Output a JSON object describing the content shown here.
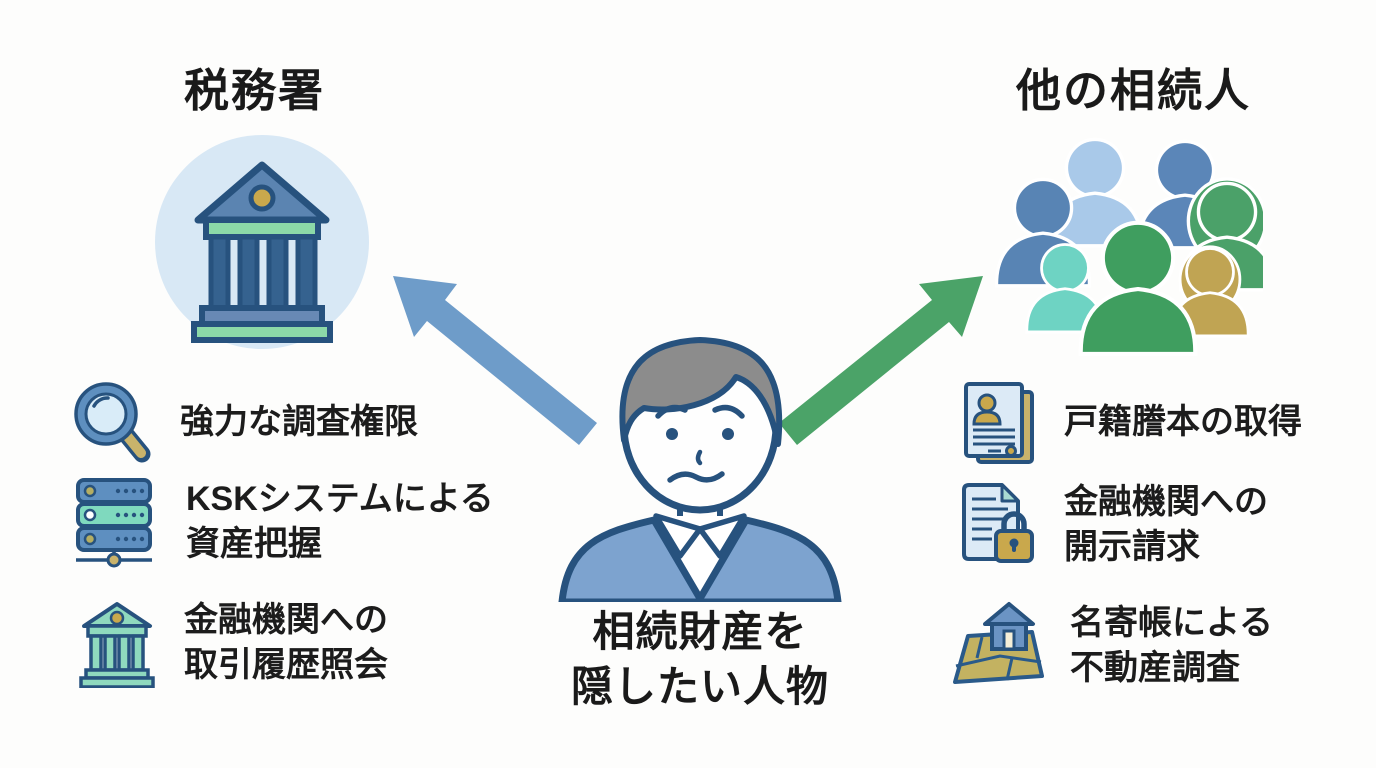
{
  "diagram": {
    "center": {
      "caption": "相続財産を\n隠したい人物",
      "figure": "worried-man-in-blue-suit"
    },
    "left": {
      "title": "税務署",
      "symbol": "government-building-in-circle",
      "items": [
        {
          "icon": "magnifier-icon",
          "text": "強力な調査権限"
        },
        {
          "icon": "server-icon",
          "text": "KSKシステムによる\n資産把握"
        },
        {
          "icon": "bank-icon",
          "text": "金融機関への\n取引履歴照会"
        }
      ]
    },
    "right": {
      "title": "他の相続人",
      "symbol": "group-of-heirs",
      "items": [
        {
          "icon": "document-person-icon",
          "text": "戸籍謄本の取得"
        },
        {
          "icon": "document-lock-icon",
          "text": "金融機関への\n開示請求"
        },
        {
          "icon": "house-map-icon",
          "text": "名寄帳による\n不動産調査"
        }
      ]
    },
    "colors": {
      "arrow_blue": "#6E9CC9",
      "arrow_green": "#4BA368",
      "navy_outline": "#27527E",
      "circle_bg": "#D8E8F5",
      "teal_fill": "#8FD9BE",
      "gold_fill": "#C9A84C",
      "blue_fill": "#5E8FC0",
      "jacket_blue": "#7DA3CF",
      "hair_gray": "#8C8C8C"
    }
  }
}
